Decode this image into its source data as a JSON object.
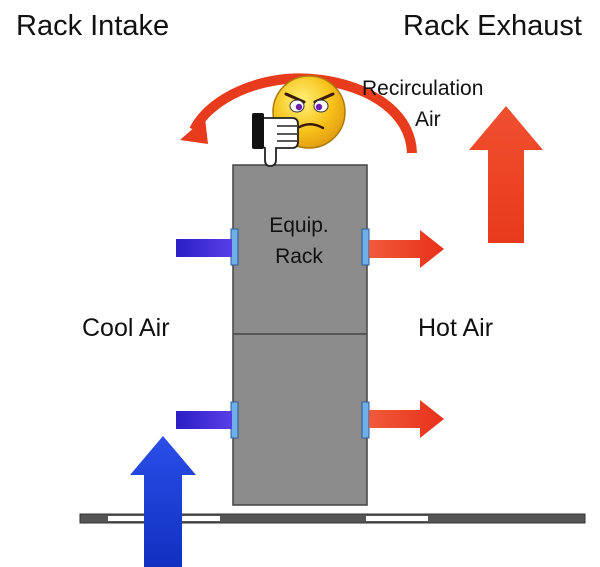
{
  "labels": {
    "rack_intake": "Rack Intake",
    "rack_exhaust": "Rack Exhaust",
    "recirculation_line1": "Recirculation",
    "recirculation_line2": "Air",
    "equip_line1": "Equip.",
    "equip_line2": "Rack",
    "cool_air": "Cool Air",
    "hot_air": "Hot Air"
  },
  "icons": {
    "recirculation": "angry-face-thumbs-down-icon"
  },
  "colors": {
    "cool_air": "#1a2fd6",
    "hot_air": "#ee3a1c",
    "rack": "#8a8a8a",
    "vent": "#5aa0e0",
    "face": "#f7c21a"
  }
}
